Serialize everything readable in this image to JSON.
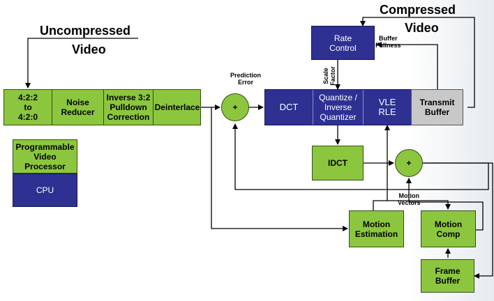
{
  "labels": {
    "uncompressed_1": "Uncompressed",
    "uncompressed_2": "Video",
    "compressed_1": "Compressed",
    "compressed_2": "Video",
    "prediction_1": "Prediction",
    "prediction_2": "Error",
    "buffer_fullness_1": "Buffer",
    "buffer_fullness_2": "Fullness",
    "scale_factor_1": "Scale",
    "scale_factor_2": "Factor",
    "motion_vectors_1": "Motion",
    "motion_vectors_2": "Vectors"
  },
  "preprocess": {
    "convert": [
      "4:2:2",
      "to",
      "4:2:0"
    ],
    "noise": [
      "Noise",
      "Reducer"
    ],
    "pulldown": [
      "Inverse 3:2",
      "Pulldown",
      "Correction"
    ],
    "deinterlace": "Deinterlace"
  },
  "encoder": {
    "dct": "DCT",
    "quant": [
      "Quantize /",
      "Inverse",
      "Quantizer"
    ],
    "vle": [
      "VLE",
      "RLE"
    ],
    "transmit": [
      "Transmit",
      "Buffer"
    ]
  },
  "rate_control": [
    "Rate",
    "Control"
  ],
  "idct": "IDCT",
  "motion_estimation": [
    "Motion",
    "Estimation"
  ],
  "motion_comp": [
    "Motion",
    "Comp"
  ],
  "frame_buffer": [
    "Frame",
    "Buffer"
  ],
  "legend": {
    "pvp": [
      "Programmable",
      "Video",
      "Processor"
    ],
    "cpu": "CPU"
  },
  "sum_symbol": "+",
  "colors": {
    "green": "#8cc63f",
    "blue": "#2e3192",
    "gray": "#c8c8c8"
  }
}
